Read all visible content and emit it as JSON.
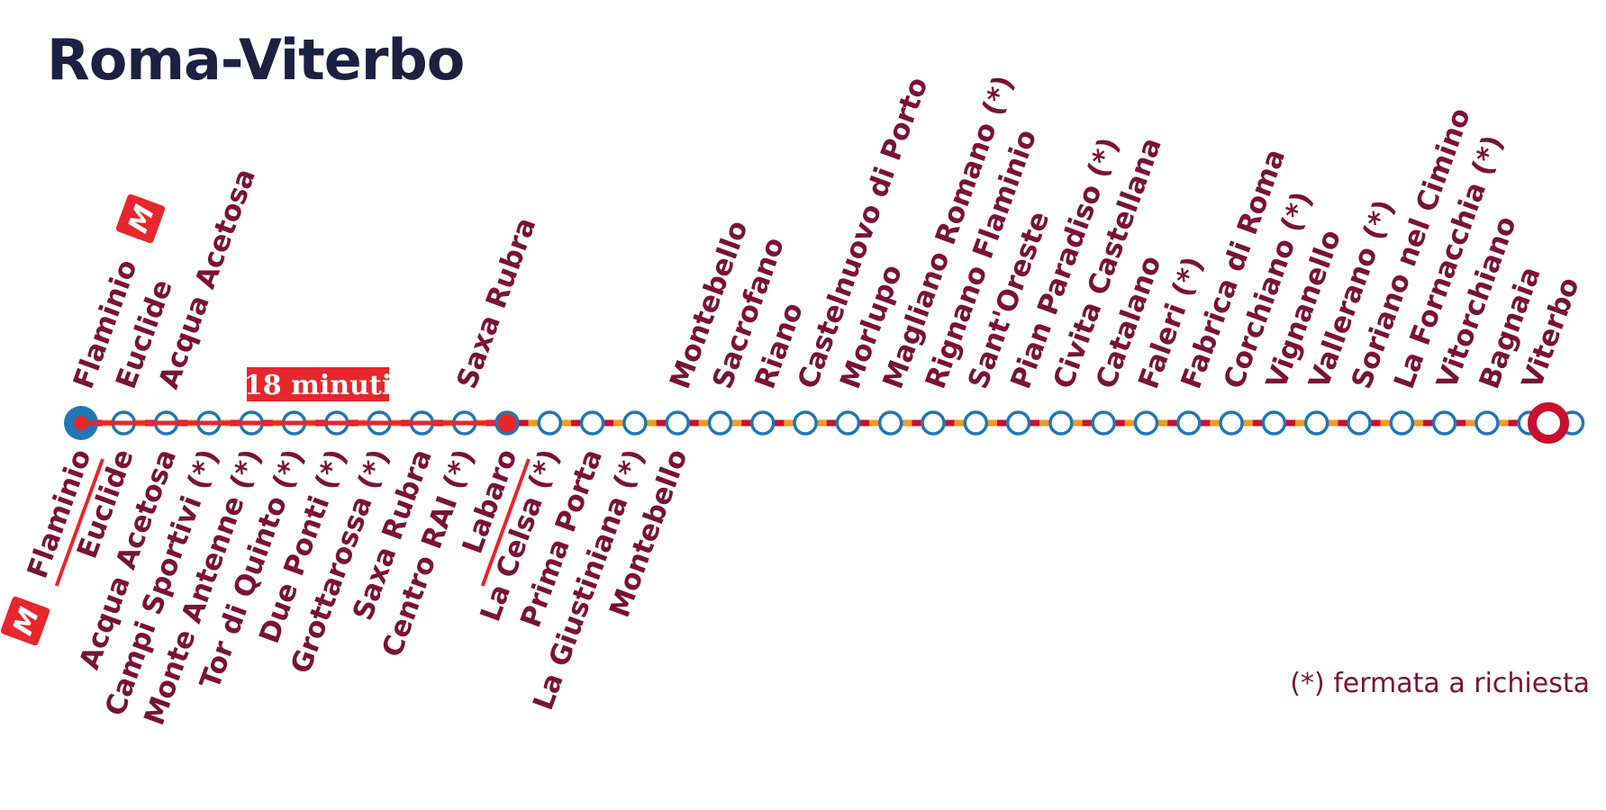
{
  "title": "Roma-Viterbo",
  "footnote": "(*) fermata a richiesta",
  "metro_symbol": "M",
  "colors": {
    "title": "#1b2140",
    "label": "#7a1238",
    "line_red": "#c8102e",
    "line_orange": "#f39a1d",
    "station_ring": "#1f78b4",
    "accent_red": "#e8262d"
  },
  "highlight": {
    "label": "18 minuti",
    "from": "Flaminio",
    "to": "Labaro"
  },
  "top_stations": [
    "Flaminio",
    "Euclide",
    "Acqua Acetosa",
    "Saxa Rubra",
    "Montebello",
    "Sacrofano",
    "Riano",
    "Castelnuovo di Porto",
    "Morlupo",
    "Magliano Romano (*)",
    "Rignano Flaminio",
    "Sant'Oreste",
    "Pian Paradiso (*)",
    "Civita Castellana",
    "Catalano",
    "Faleri (*)",
    "Fabrica di Roma",
    "Corchiano (*)",
    "Vignanello",
    "Vallerano (*)",
    "Soriano nel Cimino",
    "La Fornacchia (*)",
    "Vitorchiano",
    "Bagnaia",
    "Viterbo"
  ],
  "bottom_stations": [
    "Flaminio",
    "Euclide",
    "Acqua Acetosa",
    "Campi Sportivi (*)",
    "Monte Antenne (*)",
    "Tor di Quinto (*)",
    "Due Ponti (*)",
    "Grottarossa (*)",
    "Saxa Rubra",
    "Centro RAI (*)",
    "Labaro",
    "La Celsa (*)",
    "Prima Porta",
    "La Giustiniana (*)",
    "Montebello"
  ]
}
